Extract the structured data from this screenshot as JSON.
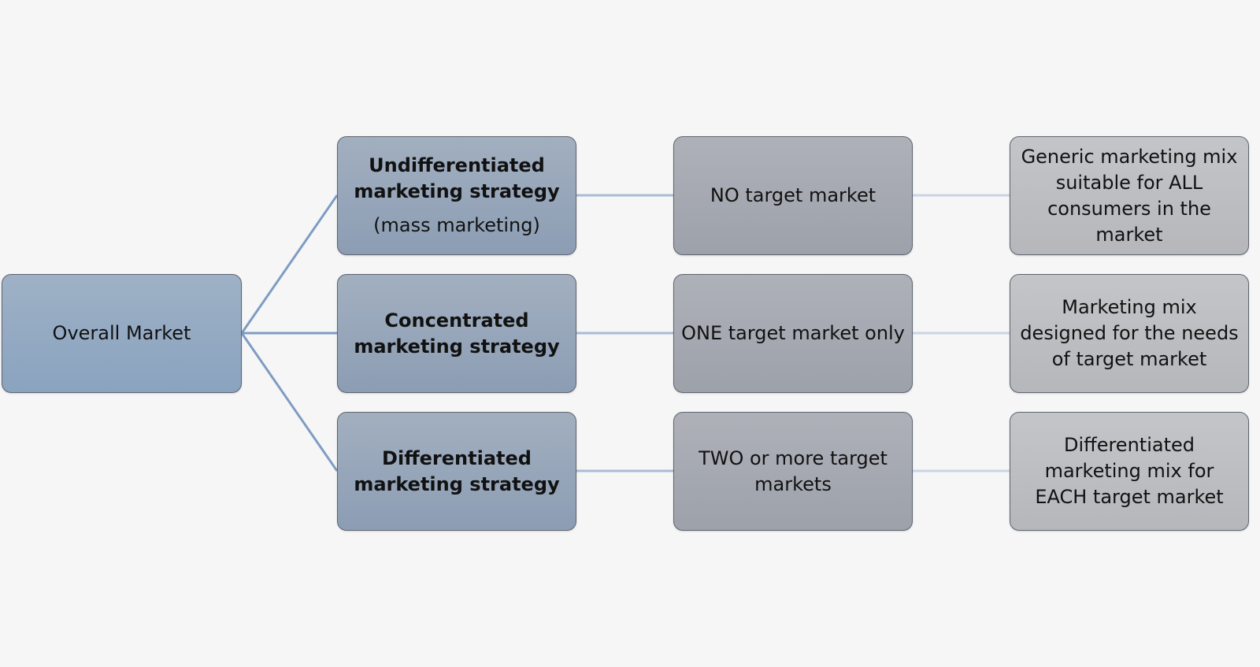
{
  "root": {
    "label": "Overall Market"
  },
  "rows": [
    {
      "strategy": "Undifferentiated marketing strategy",
      "strategy_note": "(mass marketing)",
      "target": "NO target market",
      "mix": "Generic marketing mix suitable for ALL consumers in the market"
    },
    {
      "strategy": "Concentrated marketing strategy",
      "strategy_note": "",
      "target": "ONE target market only",
      "mix": "Marketing mix designed for the needs of target market"
    },
    {
      "strategy": "Differentiated marketing strategy",
      "strategy_note": "",
      "target": "TWO or more target markets",
      "mix": "Differentiated marketing mix for EACH target market"
    }
  ],
  "colors": {
    "connector_strategy": "#7f9cc3",
    "connector_target": "#a8bcd6",
    "connector_mix": "#c9d5e6"
  }
}
